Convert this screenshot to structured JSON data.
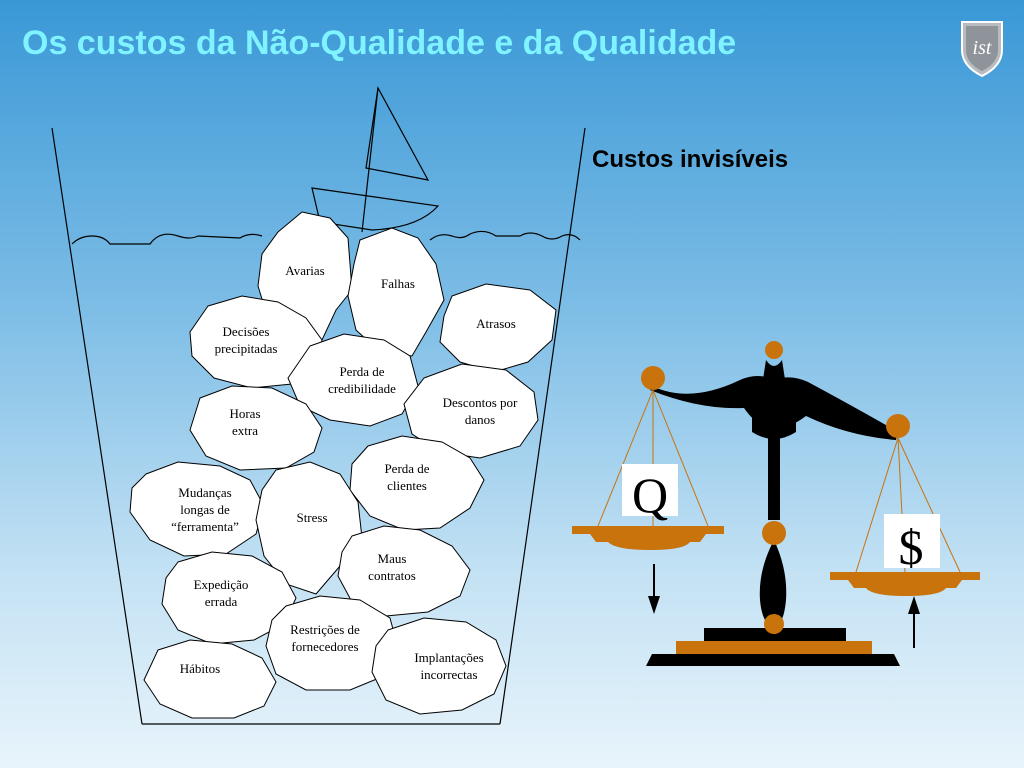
{
  "title": "Os custos da Não-Qualidade e da Qualidade",
  "subtitle": "Custos invisíveis",
  "logo_text": "ist",
  "icons": [
    "shield-logo-icon",
    "sailboat-icon",
    "balance-scale-icon",
    "arrow-down-icon",
    "arrow-up-icon"
  ],
  "colors": {
    "title": "#7ff3ff",
    "background_top": "#3a98d6",
    "background_bottom": "#e8f4fb",
    "scale_pans": "#c8730c",
    "scale_beam": "#000000"
  },
  "stones": [
    {
      "id": "avarias",
      "lines": [
        "Avarias"
      ]
    },
    {
      "id": "falhas",
      "lines": [
        "Falhas"
      ]
    },
    {
      "id": "atrasos",
      "lines": [
        "Atrasos"
      ]
    },
    {
      "id": "decisoes",
      "lines": [
        "Decisões",
        "precipitadas"
      ]
    },
    {
      "id": "perda-credibilidade",
      "lines": [
        "Perda de",
        "credibilidade"
      ]
    },
    {
      "id": "descontos",
      "lines": [
        "Descontos por",
        "danos"
      ]
    },
    {
      "id": "horas-extra",
      "lines": [
        "Horas",
        "extra"
      ]
    },
    {
      "id": "perda-clientes",
      "lines": [
        "Perda de",
        "clientes"
      ]
    },
    {
      "id": "mudancas",
      "lines": [
        "Mudanças",
        "longas de",
        "“ferramenta”"
      ]
    },
    {
      "id": "stress",
      "lines": [
        "Stress"
      ]
    },
    {
      "id": "maus-contratos",
      "lines": [
        "Maus",
        "contratos"
      ]
    },
    {
      "id": "expedicao",
      "lines": [
        "Expedição",
        "errada"
      ]
    },
    {
      "id": "restricoes",
      "lines": [
        "Restrições de",
        "fornecedores"
      ]
    },
    {
      "id": "habitos",
      "lines": [
        "Hábitos"
      ]
    },
    {
      "id": "implantacoes",
      "lines": [
        "Implantações",
        "incorrectas"
      ]
    }
  ],
  "scale": {
    "left_pan_label": "Q",
    "right_pan_label": "$"
  }
}
